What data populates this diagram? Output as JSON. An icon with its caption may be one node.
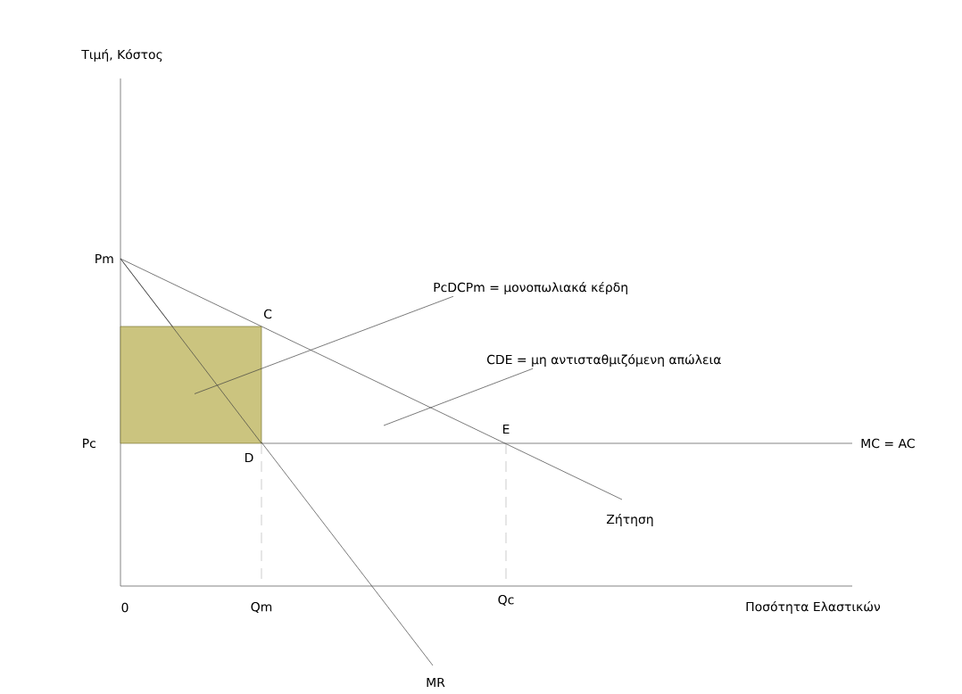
{
  "diagram": {
    "nodes": [
      {
        "text": [
          "PcDCPm = μονοπωλιακά κέρδη"
        ]
      },
      {
        "text": [],
        "shape": "box"
      },
      {
        "text": [
          "CDE = μη αντισταθμιζόμενη απώλεια"
        ]
      }
    ],
    "edges": [
      {
        "from": 0,
        "to": 1,
        "arrow": "none"
      },
      {
        "from": 2,
        "to": null,
        "arrow": "none"
      }
    ],
    "labels": [
      "Τιμή, Κόστος",
      "Pm",
      "C",
      "Pc",
      "D",
      "E",
      "MC = AC",
      "Ζήτηση",
      "0",
      "Qm",
      "Qc",
      "Ποσότητα Ελαστικών",
      "MR"
    ]
  }
}
